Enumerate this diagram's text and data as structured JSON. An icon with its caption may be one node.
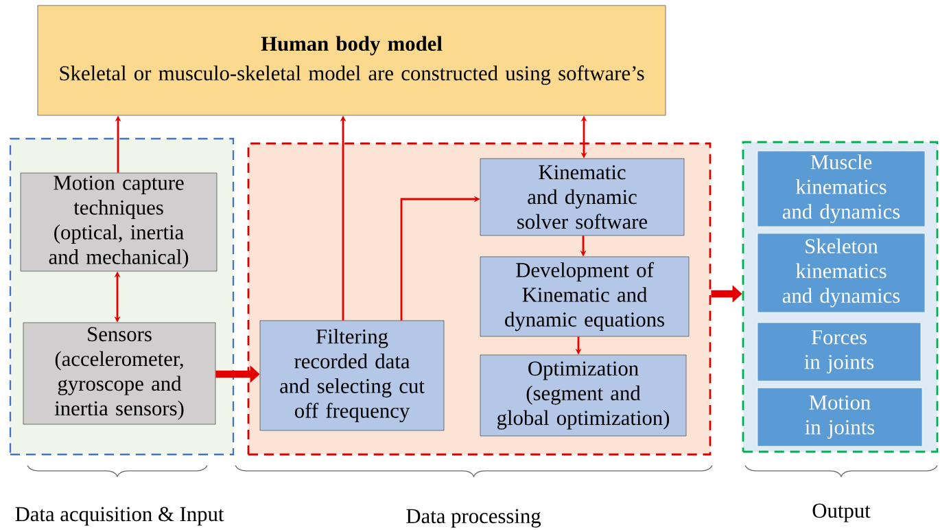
{
  "diagram": {
    "nodes": [
      {
        "text": [
          "Human body model",
          "Skeletal or musculo-skeletal model are constructed using software’s"
        ]
      },
      {
        "text": [],
        "shape": "box"
      },
      {
        "text": [
          "Motion capture techniques (optical, inertia and mechanical)"
        ],
        "in": 1
      },
      {
        "text": [
          "Sensors (accelerometer, gyroscope and inertia sensors)"
        ],
        "in": 1
      },
      {
        "text": [],
        "shape": "box"
      },
      {
        "text": [
          "Filtering recorded data and selecting cut off frequency"
        ],
        "in": 4
      },
      {
        "text": [
          "Kinematic and dynamic solver software"
        ],
        "in": 4
      },
      {
        "text": [
          "Development of Kinematic and dynamic equations"
        ],
        "in": 4
      },
      {
        "text": [
          "Optimization (segment and global optimization)"
        ],
        "in": 4
      },
      {
        "text": [],
        "shape": "box"
      },
      {
        "text": [
          "Muscle kinematics and dynamics"
        ],
        "in": 9
      },
      {
        "text": [
          "Skeleton kinematics and dynamics"
        ],
        "in": 9
      },
      {
        "text": [
          "Forces in joints"
        ],
        "in": 9
      },
      {
        "text": [
          "Motion in joints"
        ],
        "in": 9
      }
    ],
    "edges": [
      {
        "from": 2,
        "to": 0,
        "arrow": "to"
      },
      {
        "from": 2,
        "to": 3,
        "arrow": "both"
      },
      {
        "from": 3,
        "to": 5,
        "arrow": "to",
        "style": "thick"
      },
      {
        "from": 5,
        "to": 0,
        "arrow": "to"
      },
      {
        "from": 5,
        "to": 6,
        "arrow": "to"
      },
      {
        "from": 6,
        "to": 0,
        "arrow": "both"
      },
      {
        "from": 6,
        "to": 7,
        "arrow": "to"
      },
      {
        "from": 7,
        "to": 8,
        "arrow": "to"
      },
      {
        "from": 4,
        "to": 9,
        "arrow": "to",
        "style": "thick"
      }
    ],
    "labels": [
      "Data acquisition & Input",
      "Data processing",
      "Output"
    ]
  }
}
